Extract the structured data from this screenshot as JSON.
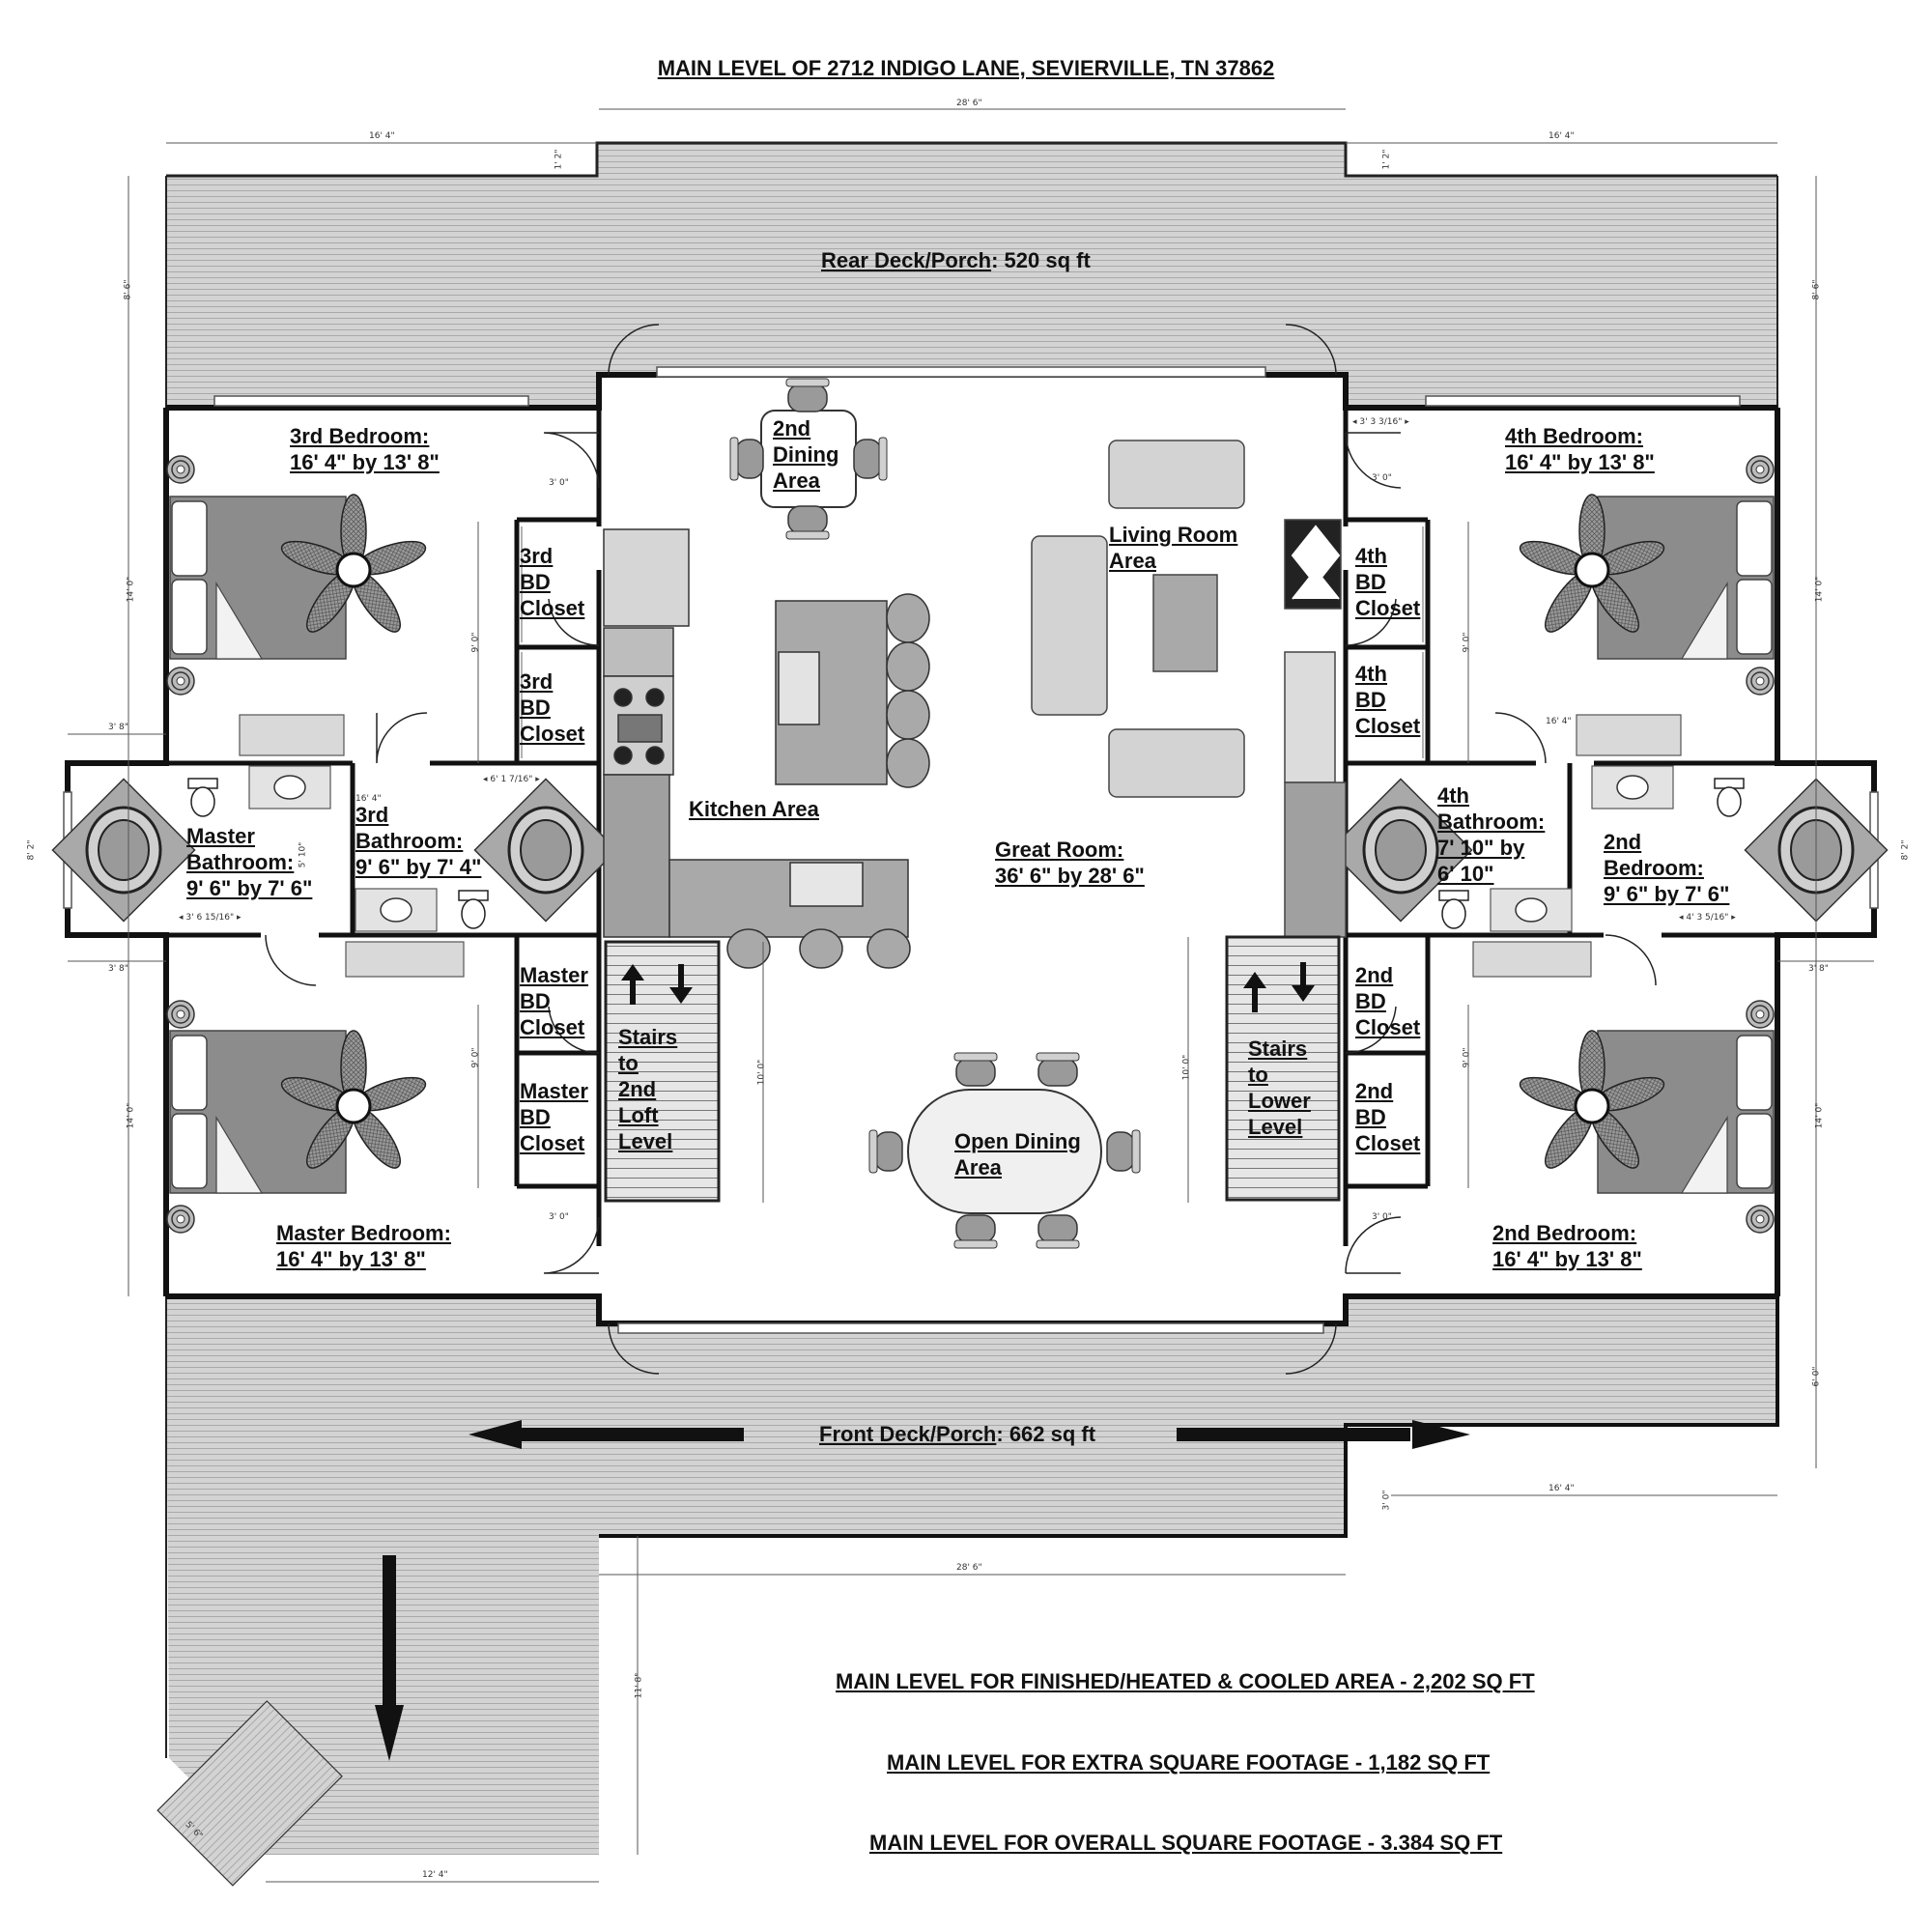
{
  "title": "MAIN LEVEL OF 2712 INDIGO LANE, SEVIERVILLE, TN 37862",
  "decks": {
    "rear": {
      "name": "Rear Deck/Porch",
      "area": ": 520 sq ft"
    },
    "front": {
      "name": "Front Deck/Porch",
      "area": ": 662 sq ft"
    }
  },
  "rooms": {
    "bedroom3": {
      "name": "3rd Bedroom:",
      "size": "16' 4\" by 13' 8\""
    },
    "bedroom4": {
      "name": "4th Bedroom:",
      "size": "16' 4\" by 13' 8\""
    },
    "master_bedroom": {
      "name": "Master Bedroom:",
      "size": "16' 4\" by 13' 8\""
    },
    "bedroom2": {
      "name": "2nd Bedroom:",
      "size": "16' 4\" by 13' 8\""
    },
    "master_bath": {
      "l1": "Master",
      "l2": "Bathroom:",
      "size": "9' 6\" by 7' 6\""
    },
    "bath3": {
      "l1": "3rd",
      "l2": "Bathroom:",
      "size": "9' 6\" by 7' 4\""
    },
    "bath4": {
      "l1": "4th",
      "l2": "Bathroom:",
      "l3": "7' 10\" by",
      "l4": "6' 10\""
    },
    "bedroom2_small": {
      "l1": "2nd",
      "l2": "Bedroom:",
      "size": "9' 6\" by 7' 6\""
    },
    "great_room": {
      "name": "Great Room:",
      "size": "36' 6\" by 28' 6\""
    },
    "kitchen": "Kitchen Area",
    "living": {
      "l1": "Living Room",
      "l2": "Area"
    },
    "dining2": {
      "l1": "2nd",
      "l2": "Dining",
      "l3": "Area"
    },
    "open_dining": {
      "l1": "Open Dining",
      "l2": "Area"
    },
    "stairs_loft": {
      "l1": "Stairs",
      "l2": "to",
      "l3": "2nd",
      "l4": "Loft",
      "l5": "Level"
    },
    "stairs_lower": {
      "l1": "Stairs",
      "l2": "to",
      "l3": "Lower",
      "l4": "Level"
    }
  },
  "closets": {
    "c3a": {
      "l1": "3rd",
      "l2": "BD",
      "l3": "Closet"
    },
    "c3b": {
      "l1": "3rd",
      "l2": "BD",
      "l3": "Closet"
    },
    "c4a": {
      "l1": "4th",
      "l2": "BD",
      "l3": "Closet"
    },
    "c4b": {
      "l1": "4th",
      "l2": "BD",
      "l3": "Closet"
    },
    "cma": {
      "l1": "Master",
      "l2": "BD",
      "l3": "Closet"
    },
    "cmb": {
      "l1": "Master",
      "l2": "BD",
      "l3": "Closet"
    },
    "c2a": {
      "l1": "2nd",
      "l2": "BD",
      "l3": "Closet"
    },
    "c2b": {
      "l1": "2nd",
      "l2": "BD",
      "l3": "Closet"
    }
  },
  "totals": {
    "finished": "MAIN LEVEL FOR FINISHED/HEATED & COOLED AREA - 2,202 SQ FT",
    "extra": "MAIN LEVEL FOR EXTRA SQUARE FOOTAGE - 1,182 SQ FT",
    "overall": "MAIN LEVEL FOR OVERALL SQUARE FOOTAGE - 3.384 SQ FT"
  },
  "dimensions": {
    "d_top_left": "16' 4\"",
    "d_top_mid": "28' 6\"",
    "d_top_right": "16' 4\"",
    "d_1_2a": "1' 2\"",
    "d_1_2b": "1' 2\"",
    "d_8_6a": "8' 6\"",
    "d_8_6b": "8' 6\"",
    "d_14a": "14' 0\"",
    "d_14b": "14' 0\"",
    "d_14c": "14' 0\"",
    "d_14d": "14' 0\"",
    "d_3_8a": "3' 8\"",
    "d_3_8b": "3' 8\"",
    "d_3_8c": "3' 8\"",
    "d_8_2a": "8' 2\"",
    "d_8_2b": "8' 2\"",
    "d_9a": "9' 0\"",
    "d_9b": "9' 0\"",
    "d_9c": "9' 0\"",
    "d_9d": "9' 0\"",
    "d_3a": "3' 0\"",
    "d_3b": "3' 0\"",
    "d_3c": "3' 0\"",
    "d_3d": "3' 0\"",
    "d_3e": "3' 0\"",
    "d_10a": "10' 0\"",
    "d_10b": "10' 0\"",
    "d_6_0": "6' 0\"",
    "d_16_4c": "16' 4\"",
    "d_28_6b": "28' 6\"",
    "d_11_8": "11' 8\"",
    "d_12_4": "12' 4\"",
    "d_5_6": "5' 6\"",
    "d_3_6": "◂ 3' 6 15/16\" ▸",
    "d_6_1": "◂ 6' 1 7/16\" ▸",
    "d_4_3": "◂ 4' 3 5/16\" ▸",
    "d_3_3": "◂ 3' 3 3/16\" ▸",
    "d_16_4d": "16' 4\"",
    "d_16_4e": "16' 4\"",
    "d_5_10": "5' 10\""
  }
}
